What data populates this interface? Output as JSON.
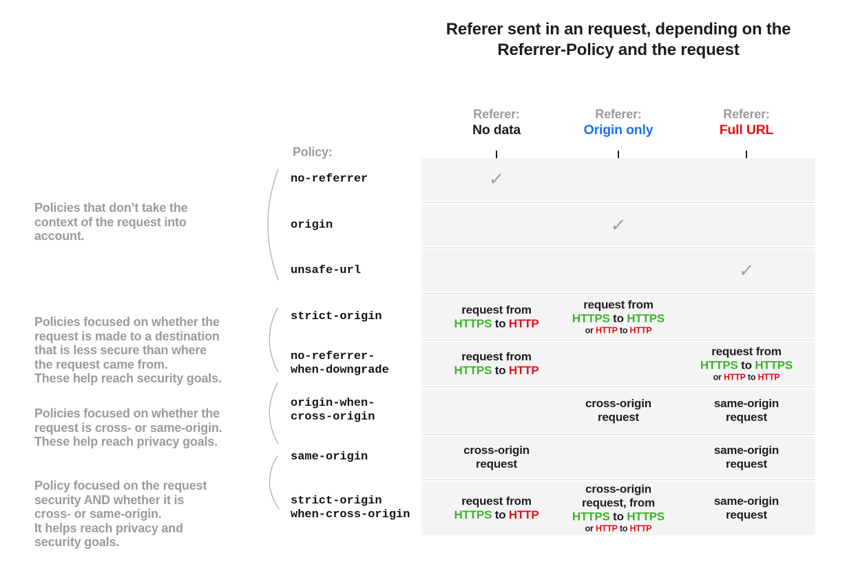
{
  "title": "Referer sent in an request, depending on the\nReferrer-Policy and the request",
  "policy_column_label": "Policy:",
  "check_glyph": "✓",
  "colors": {
    "green": "#3cb32a",
    "red": "#e70d17",
    "blue": "#1a73e8",
    "black": "#1d1d1f",
    "gray_label": "#9b9b9b",
    "row_background": "#f4f4f4",
    "checkmark_gray": "#9e9e9e"
  },
  "columns": [
    {
      "label": "Referer:",
      "value": "No data",
      "value_color": "#1d1d1f"
    },
    {
      "label": "Referer:",
      "value": "Origin only",
      "value_color": "#1a73e8"
    },
    {
      "label": "Referer:",
      "value": "Full URL",
      "value_color": "#e70d17"
    }
  ],
  "groups": [
    {
      "text": "Policies that don’t take the\ncontext of the request into\naccount."
    },
    {
      "text": "Policies focused on whether the\nrequest is made to a destination\nthat is less secure than where\nthe request came from.\nThese help reach security goals."
    },
    {
      "text": "Policies focused on whether the\nrequest is cross- or same-origin.\nThese help reach privacy goals."
    },
    {
      "text": "Policy focused on the request\nsecurity AND whether it is\ncross- or same-origin.\nIt helps reach privacy and\nsecurity goals."
    }
  ],
  "rows": [
    {
      "policy": "no-referrer",
      "cells": [
        {
          "check": true
        },
        null,
        null
      ]
    },
    {
      "policy": "origin",
      "cells": [
        null,
        {
          "check": true
        },
        null
      ]
    },
    {
      "policy": "unsafe-url",
      "cells": [
        null,
        null,
        {
          "check": true
        }
      ]
    },
    {
      "policy": "strict-origin",
      "cells": [
        {
          "lines": [
            {
              "parts": [
                {
                  "t": "request from"
                }
              ]
            },
            {
              "parts": [
                {
                  "t": "HTTPS",
                  "c": "green"
                },
                {
                  "t": " to "
                },
                {
                  "t": "HTTP",
                  "c": "red"
                }
              ]
            }
          ]
        },
        {
          "lines": [
            {
              "parts": [
                {
                  "t": "request from"
                }
              ]
            },
            {
              "parts": [
                {
                  "t": "HTTPS",
                  "c": "green"
                },
                {
                  "t": " to "
                },
                {
                  "t": "HTTPS",
                  "c": "green"
                }
              ]
            },
            {
              "small": true,
              "parts": [
                {
                  "t": "or "
                },
                {
                  "t": "HTTP",
                  "c": "red"
                },
                {
                  "t": " to "
                },
                {
                  "t": "HTTP",
                  "c": "red"
                }
              ]
            }
          ]
        },
        null
      ]
    },
    {
      "policy": "no-referrer-\nwhen-downgrade",
      "cells": [
        {
          "lines": [
            {
              "parts": [
                {
                  "t": "request from"
                }
              ]
            },
            {
              "parts": [
                {
                  "t": "HTTPS",
                  "c": "green"
                },
                {
                  "t": " to "
                },
                {
                  "t": "HTTP",
                  "c": "red"
                }
              ]
            }
          ]
        },
        null,
        {
          "lines": [
            {
              "parts": [
                {
                  "t": "request from"
                }
              ]
            },
            {
              "parts": [
                {
                  "t": "HTTPS",
                  "c": "green"
                },
                {
                  "t": " to "
                },
                {
                  "t": "HTTPS",
                  "c": "green"
                }
              ]
            },
            {
              "small": true,
              "parts": [
                {
                  "t": "or "
                },
                {
                  "t": "HTTP",
                  "c": "red"
                },
                {
                  "t": " to "
                },
                {
                  "t": "HTTP",
                  "c": "red"
                }
              ]
            }
          ]
        }
      ]
    },
    {
      "policy": "origin-when-\ncross-origin",
      "cells": [
        null,
        {
          "lines": [
            {
              "parts": [
                {
                  "t": "cross-origin"
                }
              ]
            },
            {
              "parts": [
                {
                  "t": "request"
                }
              ]
            }
          ]
        },
        {
          "lines": [
            {
              "parts": [
                {
                  "t": "same-origin"
                }
              ]
            },
            {
              "parts": [
                {
                  "t": "request"
                }
              ]
            }
          ]
        }
      ]
    },
    {
      "policy": "same-origin",
      "cells": [
        {
          "lines": [
            {
              "parts": [
                {
                  "t": "cross-origin"
                }
              ]
            },
            {
              "parts": [
                {
                  "t": "request"
                }
              ]
            }
          ]
        },
        null,
        {
          "lines": [
            {
              "parts": [
                {
                  "t": "same-origin"
                }
              ]
            },
            {
              "parts": [
                {
                  "t": "request"
                }
              ]
            }
          ]
        }
      ]
    },
    {
      "policy": "strict-origin\nwhen-cross-origin",
      "cells": [
        {
          "lines": [
            {
              "parts": [
                {
                  "t": "request from"
                }
              ]
            },
            {
              "parts": [
                {
                  "t": "HTTPS",
                  "c": "green"
                },
                {
                  "t": " to "
                },
                {
                  "t": "HTTP",
                  "c": "red"
                }
              ]
            }
          ]
        },
        {
          "lines": [
            {
              "parts": [
                {
                  "t": "cross-origin"
                }
              ]
            },
            {
              "parts": [
                {
                  "t": "request, from"
                }
              ]
            },
            {
              "parts": [
                {
                  "t": "HTTPS",
                  "c": "green"
                },
                {
                  "t": " to "
                },
                {
                  "t": "HTTPS",
                  "c": "green"
                }
              ]
            },
            {
              "small": true,
              "parts": [
                {
                  "t": "or "
                },
                {
                  "t": "HTTP",
                  "c": "red"
                },
                {
                  "t": " to "
                },
                {
                  "t": "HTTP",
                  "c": "red"
                }
              ]
            }
          ]
        },
        {
          "lines": [
            {
              "parts": [
                {
                  "t": "same-origin"
                }
              ]
            },
            {
              "parts": [
                {
                  "t": "request"
                }
              ]
            }
          ]
        }
      ]
    }
  ]
}
